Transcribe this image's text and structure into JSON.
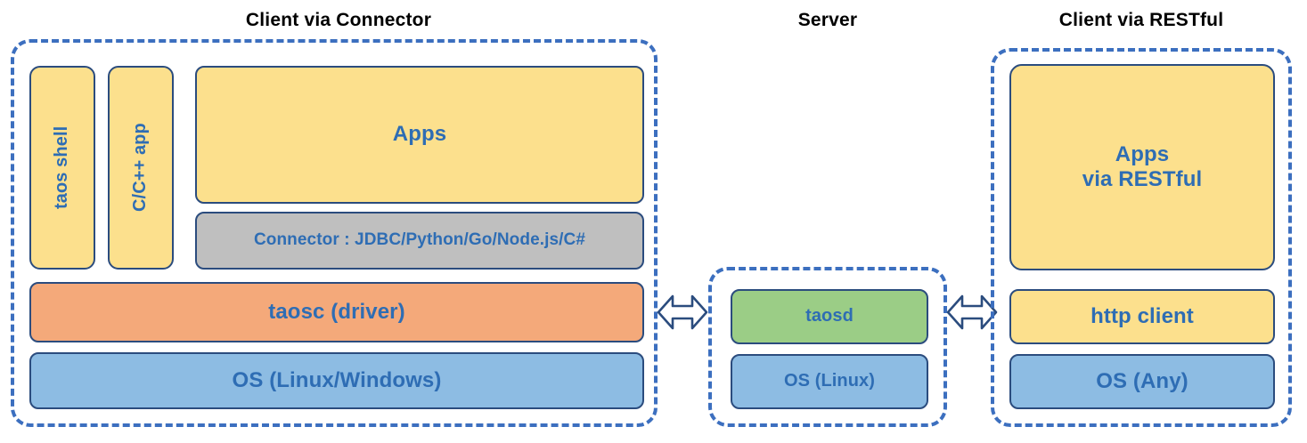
{
  "titles": {
    "left": "Client via Connector",
    "middle": "Server",
    "right": "Client via RESTful"
  },
  "colors": {
    "panel_border": "#3C6FBF",
    "box_border": "#2B4C7E",
    "text": "#2E6DB4",
    "yellow": "#FCE08D",
    "orange": "#F4A97A",
    "blue": "#8DBCE3",
    "green": "#9BCD86",
    "grey": "#BFBFBF",
    "title_text": "#000000"
  },
  "client_connector": {
    "taos_shell": "taos shell",
    "cpp_app": "C/C++ app",
    "apps": "Apps",
    "connector": "Connector : JDBC/Python/Go/Node.js/C#",
    "taosc": "taosc (driver)",
    "os": "OS (Linux/Windows)"
  },
  "server": {
    "taosd": "taosd",
    "os": "OS (Linux)"
  },
  "client_restful": {
    "apps_line1": "Apps",
    "apps_line2": "via RESTful",
    "http_client": "http client",
    "os": "OS (Any)"
  },
  "connectors": {
    "left_arrow": "double-headed-arrow",
    "right_arrow": "double-headed-arrow"
  }
}
